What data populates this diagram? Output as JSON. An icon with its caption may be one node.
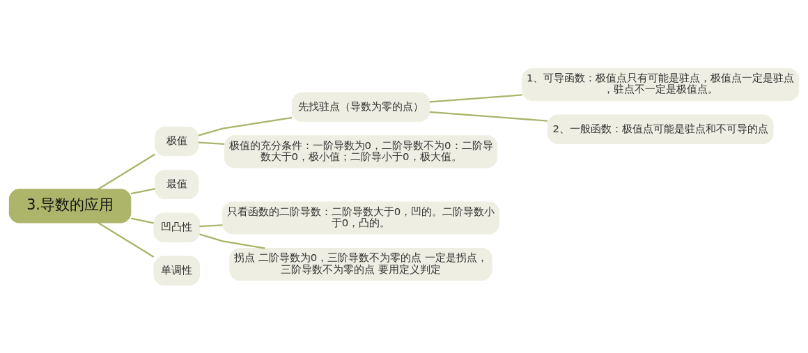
{
  "diagram": {
    "nodes": [
      {
        "text": [
          "3.导数的应用"
        ]
      },
      {
        "text": [
          "极值"
        ]
      },
      {
        "text": [
          "先找驻点（导数为零的点）"
        ]
      },
      {
        "text": [
          "1、可导函数：极值点只有可能是驻点，极值点一定是驻点，驻点不一定是极值点。"
        ]
      },
      {
        "text": [
          "2、一般函数：极值点可能是驻点和不可导的点"
        ]
      },
      {
        "text": [
          "极值的充分条件：一阶导数为0，二阶导数不为0：二阶导数大于0，极小值；二阶导小于0，极大值。"
        ]
      },
      {
        "text": [
          "最值"
        ]
      },
      {
        "text": [
          "凹凸性"
        ]
      },
      {
        "text": [
          "只看函数的二阶导数：二阶导数大于0，凹的。二阶导数小于0，凸的。"
        ]
      },
      {
        "text": [
          "拐点 二阶导数为0，三阶导数不为零的点 一定是拐点，三阶导数不为零的点 要用定义判定"
        ]
      },
      {
        "text": [
          "单调性"
        ]
      }
    ],
    "edges": [
      {
        "from": 0,
        "to": 1,
        "arrow": "none"
      },
      {
        "from": 1,
        "to": 2,
        "arrow": "none"
      },
      {
        "from": 2,
        "to": 3,
        "arrow": "none"
      },
      {
        "from": 2,
        "to": 4,
        "arrow": "none"
      },
      {
        "from": 1,
        "to": 5,
        "arrow": "none"
      },
      {
        "from": 0,
        "to": 6,
        "arrow": "none"
      },
      {
        "from": 0,
        "to": 7,
        "arrow": "none"
      },
      {
        "from": 7,
        "to": 8,
        "arrow": "none"
      },
      {
        "from": 7,
        "to": 9,
        "arrow": "none"
      },
      {
        "from": 0,
        "to": 10,
        "arrow": "none"
      }
    ]
  }
}
